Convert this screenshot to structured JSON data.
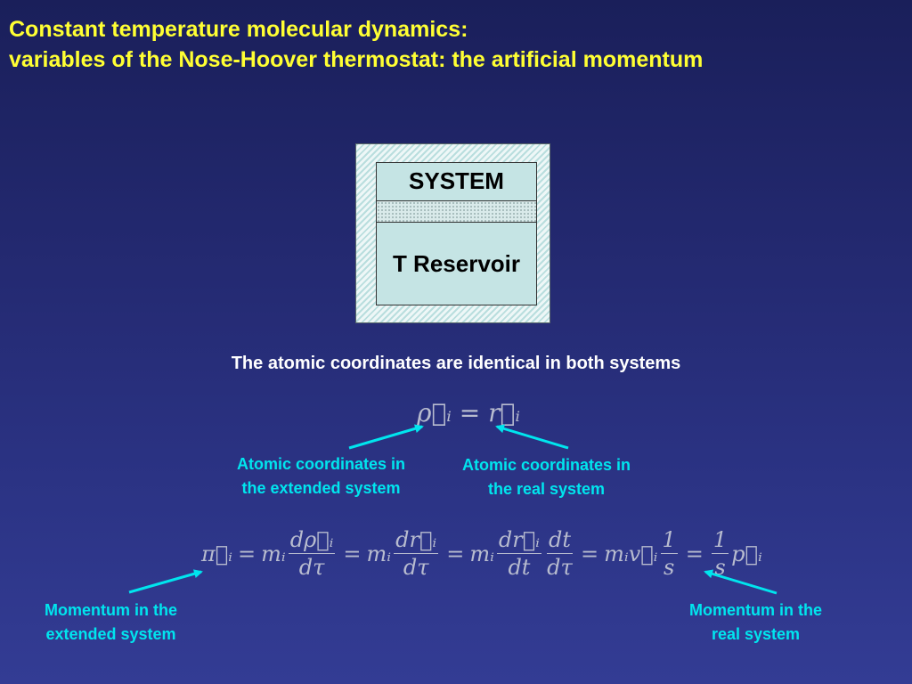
{
  "title": {
    "line1": "Constant temperature molecular dynamics:",
    "line2": "variables of the Nose-Hoover thermostat: the artificial momentum"
  },
  "diagram": {
    "system": "SYSTEM",
    "reservoir": "T Reservoir"
  },
  "caption": "The atomic coordinates are identical in both systems",
  "formula_coords": "ρ⃗ᵢ = r⃗ᵢ",
  "formula_momentum": {
    "lhs": "π⃗ᵢ",
    "eq": "=",
    "m": "mᵢ",
    "d_rho": "dρ⃗ᵢ",
    "d_tau": "dτ",
    "d_r": "dr⃗ᵢ",
    "d_t": "dt",
    "v": "v⃗ᵢ",
    "one": "1",
    "s": "s",
    "p": "p⃗ᵢ"
  },
  "labels": {
    "coords_extended": [
      "Atomic coordinates in",
      "the extended system"
    ],
    "coords_real": [
      "Atomic coordinates in",
      "the real system"
    ],
    "momentum_extended": [
      "Momentum in the",
      "extended system"
    ],
    "momentum_real": [
      "Momentum in the",
      "real system"
    ]
  },
  "colors": {
    "title": "#ffff33",
    "label": "#00e5ee",
    "caption": "#ffffff"
  }
}
